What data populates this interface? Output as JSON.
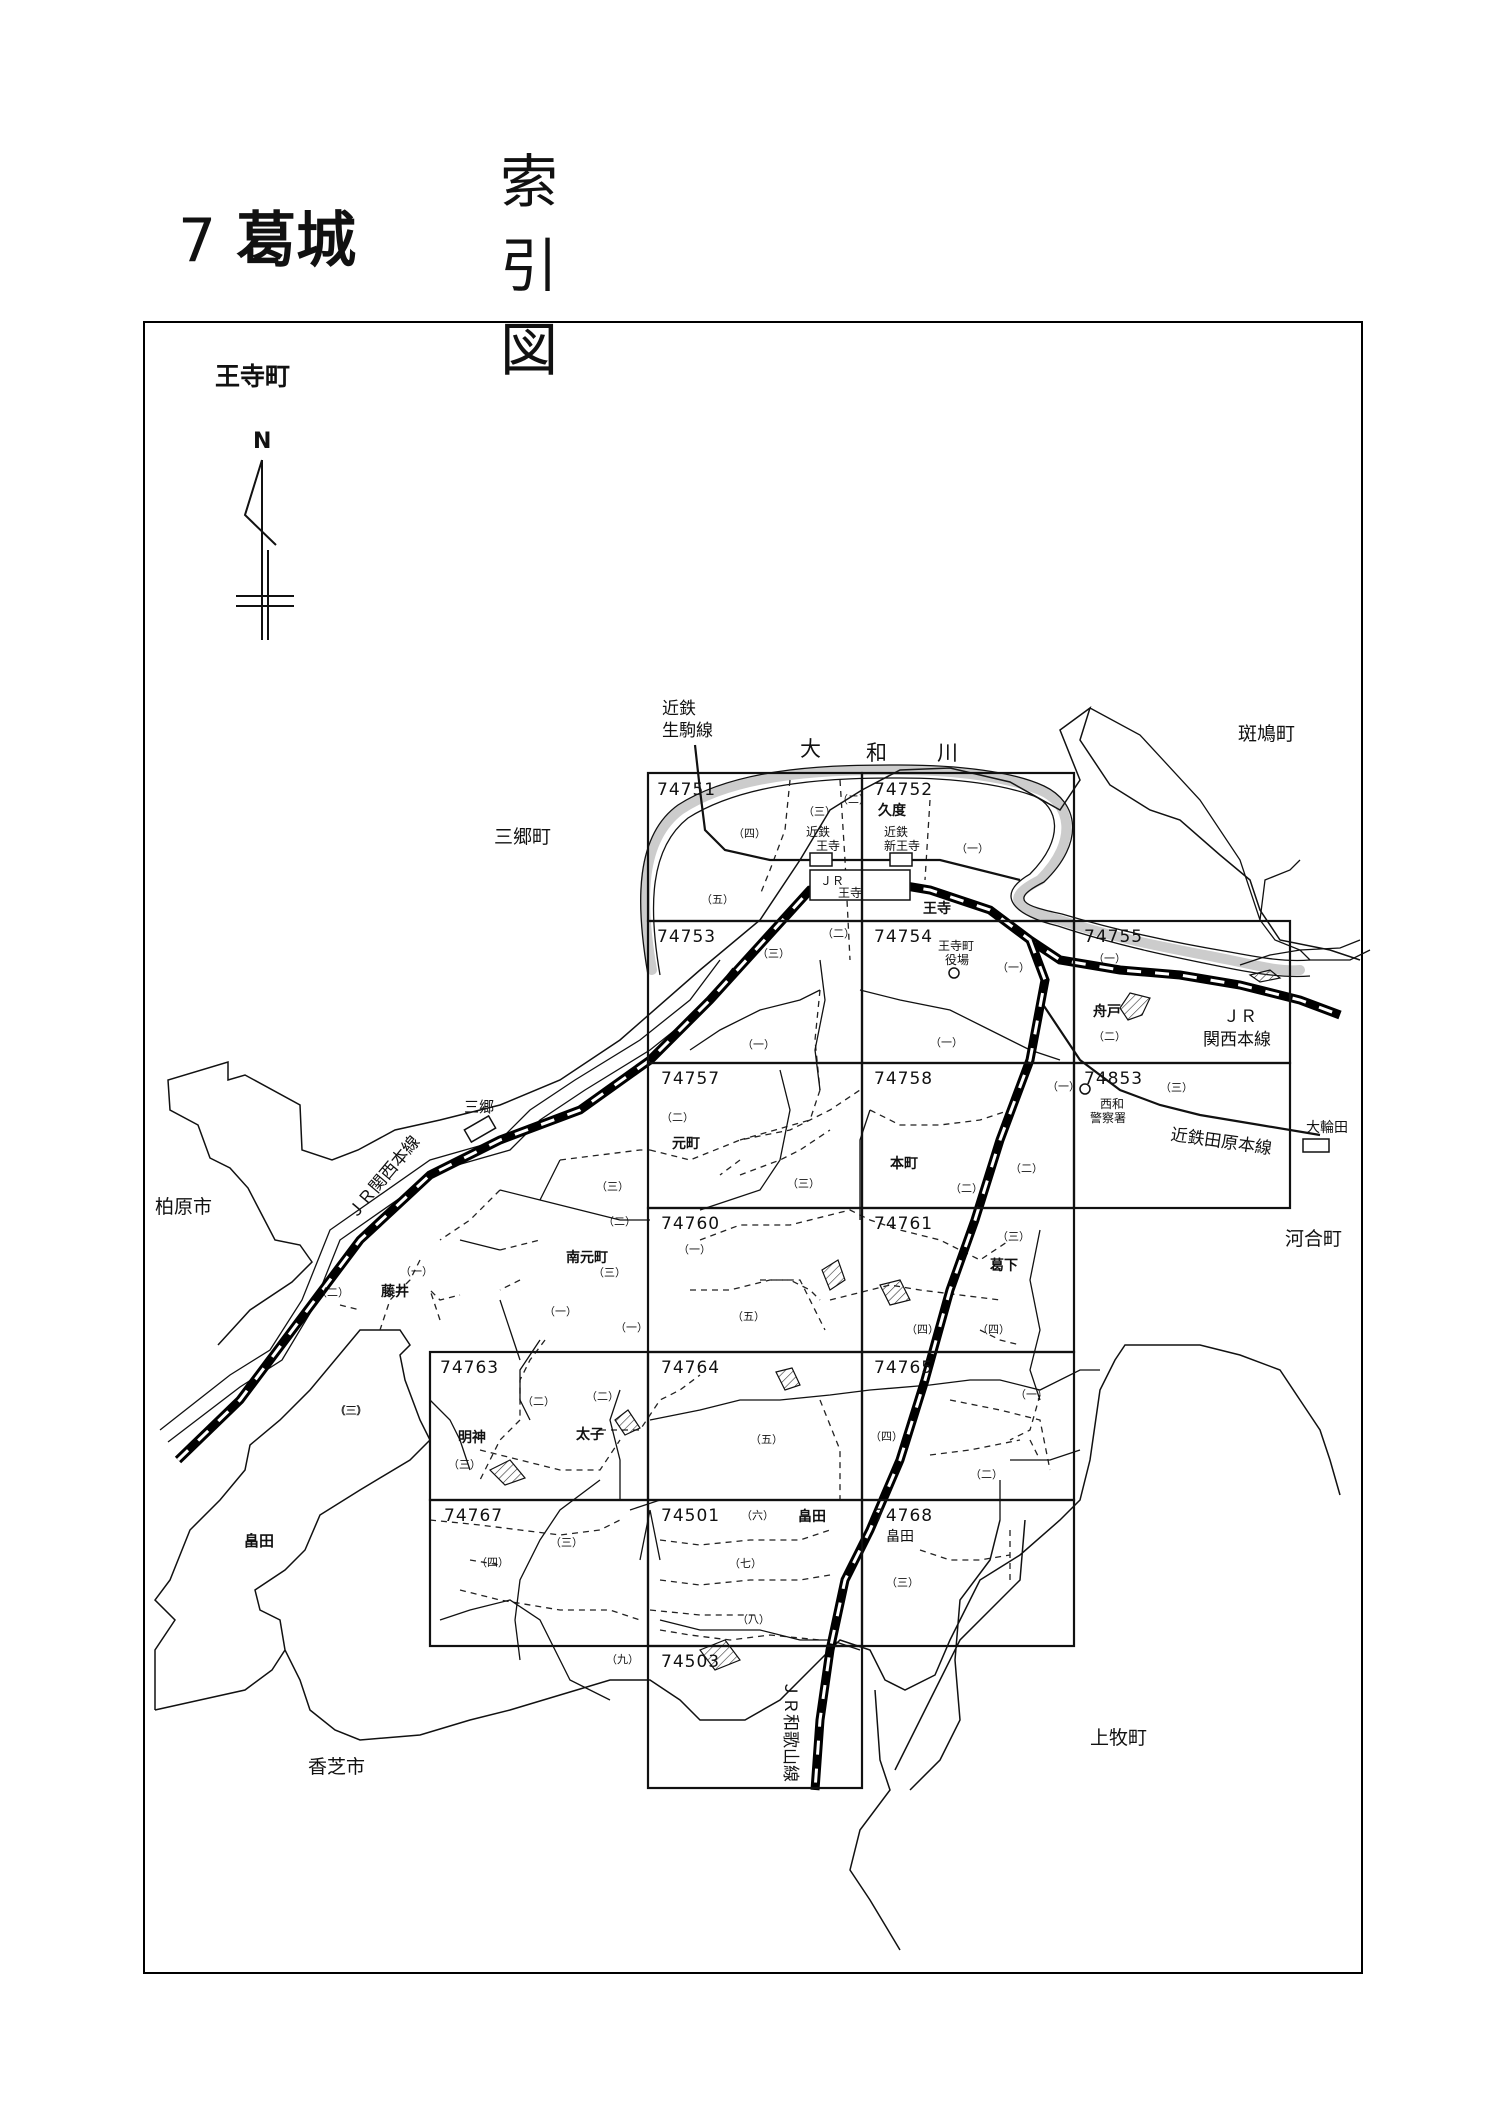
{
  "header": {
    "title": "索　引　図",
    "section_number": "7",
    "section_name": "葛城"
  },
  "map": {
    "area_name": "王寺町",
    "compass": "N",
    "neighbors": {
      "sango": "三郷町",
      "ikaruga": "斑鳩町",
      "kashiwara": "柏原市",
      "kawai": "河合町",
      "kashiba": "香芝市",
      "kanmaki": "上牧町",
      "hatake_west": "畠田"
    },
    "river": [
      "大",
      "和",
      "川"
    ],
    "railways": {
      "kintetsu_ikoma": [
        "近鉄",
        "生駒線"
      ],
      "jr_kansai_right": [
        "ＪＲ",
        "関西本線"
      ],
      "jr_kansai_diag": "ＪＲ関西本線",
      "jr_wakayama": "ＪＲ和歌山線",
      "kintetsu_tawaramoto": "近鉄田原本線"
    },
    "stations": {
      "kintetsu_oji": [
        "近鉄",
        "王寺"
      ],
      "kintetsu_shin_oji": [
        "近鉄",
        "新王寺"
      ],
      "jr_oji": [
        "ＪＲ",
        "王寺"
      ],
      "sango": "三郷",
      "owada": "大輪田"
    },
    "facilities": {
      "town_office": [
        "王寺町",
        "役場"
      ],
      "police": [
        "西和",
        "警察署"
      ]
    },
    "sheets": [
      "74751",
      "74752",
      "74753",
      "74754",
      "74755",
      "74757",
      "74758",
      "74853",
      "74760",
      "74761",
      "74763",
      "74764",
      "74765",
      "74767",
      "74501",
      "74768",
      "74503"
    ],
    "places": {
      "kudo": "久度",
      "oji": "王寺",
      "funado": "舟戸",
      "motomachi": "元町",
      "honmachi": "本町",
      "minami_motomachi": "南元町",
      "katsuge": "葛下",
      "fujii": "藤井",
      "myojin": "明神",
      "taishi": "太子",
      "hatake_center": "畠田",
      "hatake_ne": "畠田"
    },
    "districts": {
      "d1": "（一）",
      "d2": "（二）",
      "d3": "（三）",
      "d4": "（四）",
      "d5": "（五）",
      "d6": "（六）",
      "d7": "（七）",
      "d8": "（八）",
      "d9": "（九）"
    }
  }
}
